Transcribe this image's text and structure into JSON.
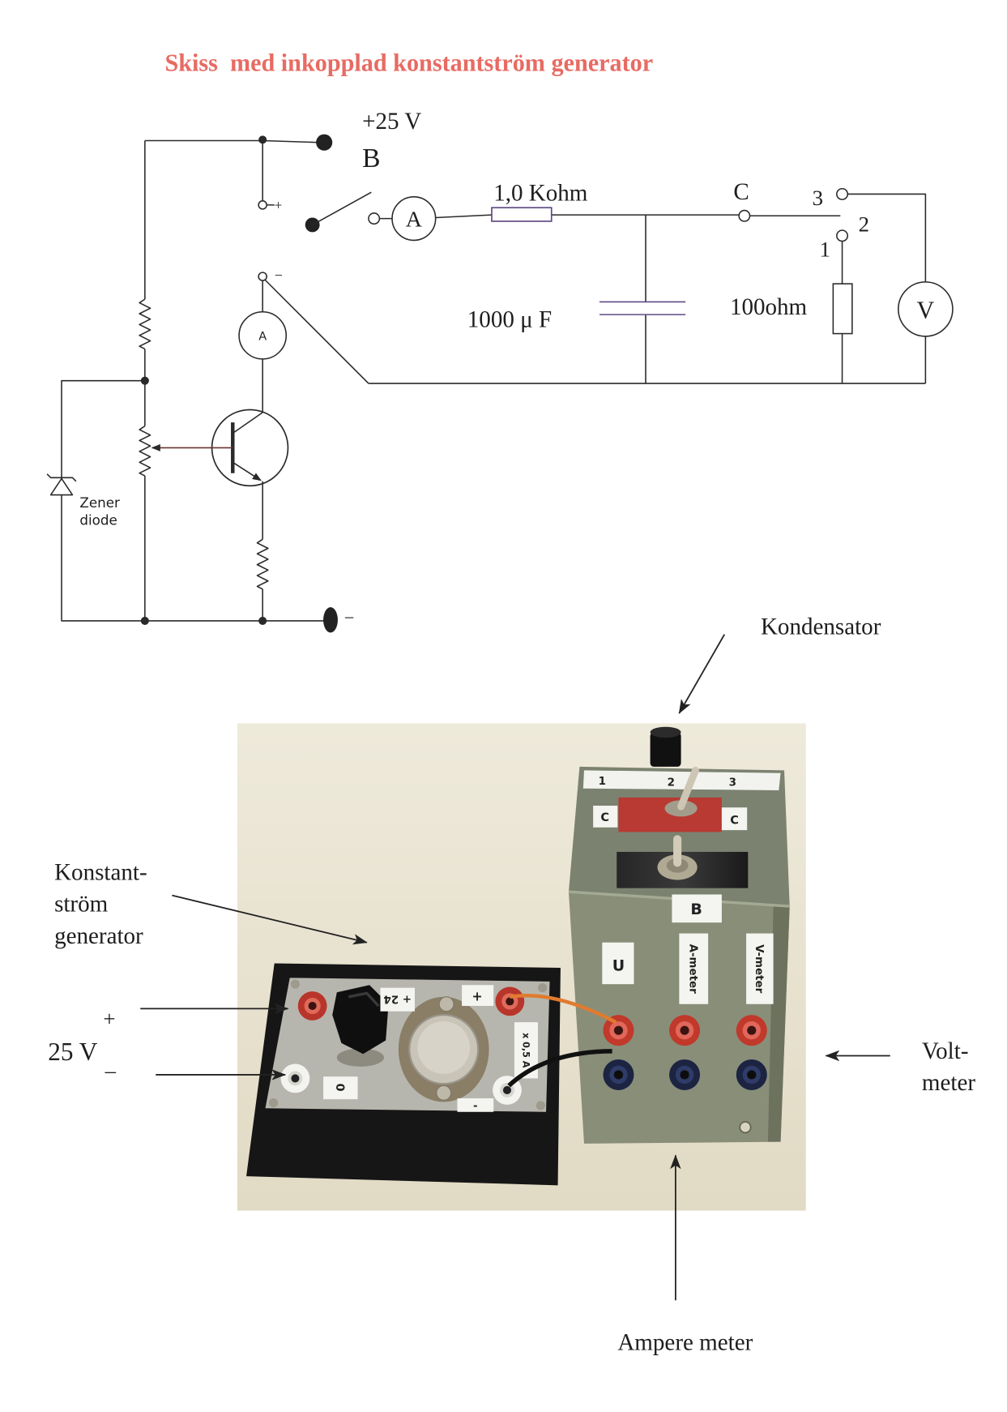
{
  "title": "Skiss  med inkopplad konstantström generator",
  "colors": {
    "title": "#e86b63",
    "ink": "#2a2a2a",
    "resistor_and_capacitor": "#5f4a86",
    "photo_background": "#e8e3d0",
    "metal_box": "#878c77",
    "generator_box": "#161616",
    "terminal_red": "#c0392b",
    "terminal_dark": "#1c2442",
    "wire_orange": "#e07b2e"
  },
  "schematic": {
    "supply_label": "+25 V",
    "node_b": "B",
    "switch_plus": "+",
    "ammeter_main": "A",
    "series_resistor": "1,0 Kohm",
    "node_c": "C",
    "selector_positions": {
      "one": "1",
      "two": "2",
      "three": "3"
    },
    "capacitor": "1000 μ F",
    "load_resistor": "100ohm",
    "voltmeter": "V",
    "ammeter_source": "A",
    "source_minus": "−",
    "ground_minus": "−",
    "zener_label": [
      "Zener",
      "diode"
    ]
  },
  "photo": {
    "generator_panel": {
      "plus_24": "+ 24",
      "plus": "+",
      "zero": "0",
      "max_current": "x 0,5 A",
      "minus": "-"
    },
    "capacitor_box": {
      "positions": [
        "1",
        "2",
        "3"
      ],
      "node_c_left": "C",
      "node_c_right": "C",
      "node_b": "B",
      "terminal_u": "U",
      "terminal_a": "A-meter",
      "terminal_v": "V-meter"
    }
  },
  "annotations": {
    "kondensator": "Kondensator",
    "generator": [
      "Konstant-",
      "ström",
      "generator"
    ],
    "supply_plus": "+",
    "supply_value": "25 V",
    "supply_minus": "–",
    "voltmeter": [
      "Volt-",
      "meter"
    ],
    "ammeter": "Ampere meter"
  }
}
